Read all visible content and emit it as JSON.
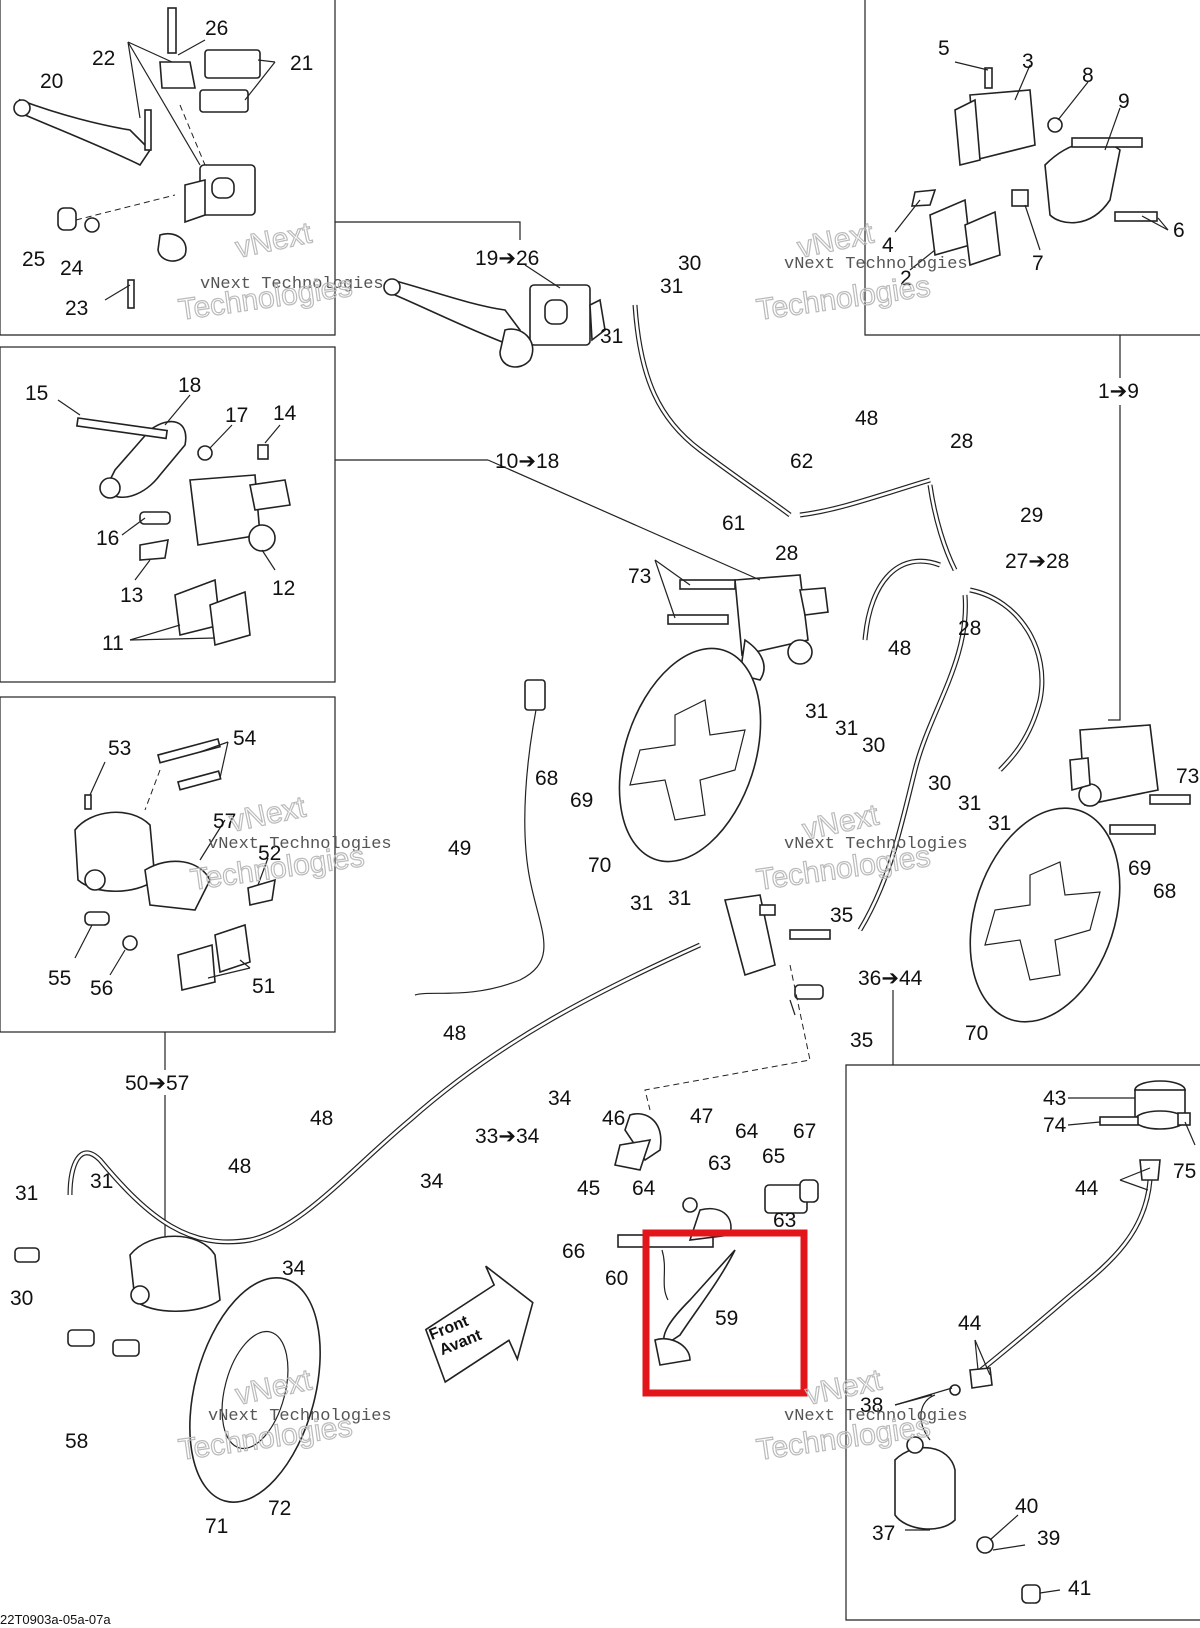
{
  "labels": {
    "p20": "20",
    "p22": "22",
    "p26": "26",
    "p21": "21",
    "p25": "25",
    "p24": "24",
    "p23": "23",
    "p5": "5",
    "p3": "3",
    "p8": "8",
    "p9": "9",
    "p4": "4",
    "p2": "2",
    "p7": "7",
    "p6": "6",
    "g19_26": "19➔26",
    "p30a": "30",
    "p31a": "31",
    "p31b": "31",
    "p15": "15",
    "p18": "18",
    "p17": "17",
    "p14": "14",
    "p16": "16",
    "p12": "12",
    "p13": "13",
    "p11": "11",
    "g10_18": "10➔18",
    "g1_9": "1➔9",
    "p48a": "48",
    "p28a": "28",
    "p62": "62",
    "p61": "61",
    "p28b": "28",
    "p29": "29",
    "g27_28": "27➔28",
    "p73a": "73",
    "p48b": "48",
    "p28c": "28",
    "p31c": "31",
    "p31d": "31",
    "p30b": "30",
    "p68a": "68",
    "p69a": "69",
    "p70a": "70",
    "p49": "49",
    "p30c": "30",
    "p31e": "31",
    "p31f": "31",
    "p73b": "73",
    "p69b": "69",
    "p68b": "68",
    "p70b": "70",
    "p53": "53",
    "p54": "54",
    "p57": "57",
    "p52": "52",
    "p55": "55",
    "p56": "56",
    "p51": "51",
    "p31g": "31",
    "p31h": "31",
    "p35a": "35",
    "g36_44": "36➔44",
    "p35b": "35",
    "p48c": "48",
    "p34a": "34",
    "g50_57": "50➔57",
    "p48d": "48",
    "g33_34": "33➔34",
    "p34b": "34",
    "p46": "46",
    "p47": "47",
    "p64a": "64",
    "p67": "67",
    "p63a": "63",
    "p65": "65",
    "p45": "45",
    "p64b": "64",
    "p63b": "63",
    "p66": "66",
    "p60": "60",
    "p59": "59",
    "p48e": "48",
    "p34c": "34",
    "p31i": "31",
    "p31j": "31",
    "p30d": "30",
    "p58": "58",
    "p72": "72",
    "p71": "71",
    "p43": "43",
    "p74": "74",
    "p75": "75",
    "p44a": "44",
    "p44b": "44",
    "p38": "38",
    "p40": "40",
    "p37": "37",
    "p39": "39",
    "p41": "41"
  },
  "front_label": {
    "line1": "Front",
    "line2": "Avant"
  },
  "watermark": {
    "line1": "vNext Technologies",
    "line2": "Technologies",
    "big": "vNext"
  },
  "doc_code": "22T0903a-05a-07a",
  "highlight": {
    "color": "#e2151b",
    "part": "59"
  }
}
